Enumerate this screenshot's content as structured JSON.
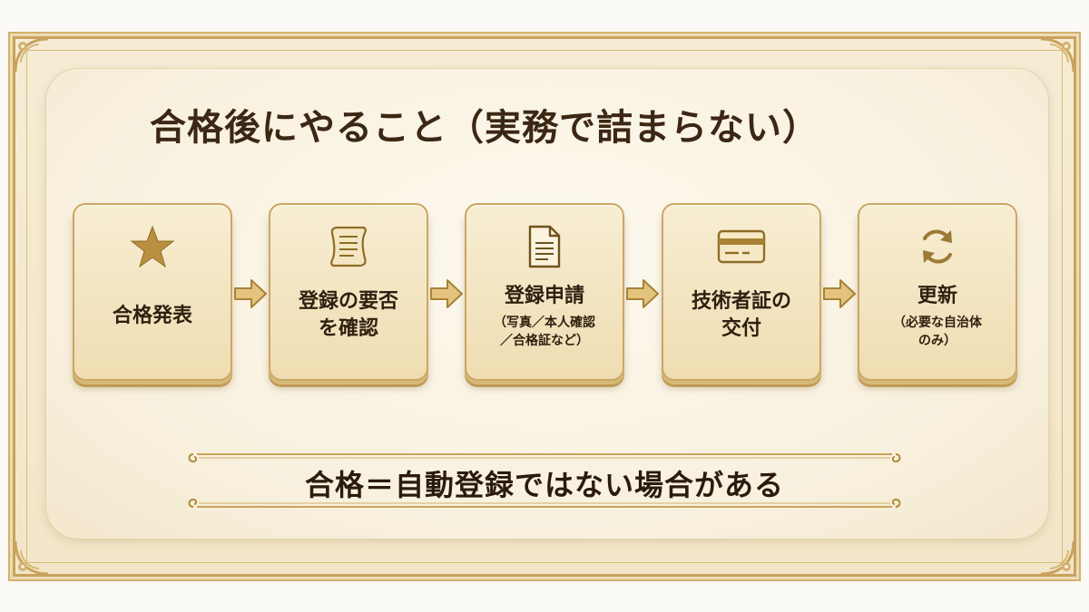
{
  "title": "合格後にやること（実務で詰まらない）",
  "steps": [
    {
      "icon": "star-icon",
      "label_lines": [
        "合格発表"
      ],
      "sub_lines": []
    },
    {
      "icon": "scroll-icon",
      "label_lines": [
        "登録の要否",
        "を確認"
      ],
      "sub_lines": []
    },
    {
      "icon": "document-icon",
      "label_lines": [
        "登録申請"
      ],
      "sub_lines": [
        "（写真／本人確認",
        "／合格証など）"
      ]
    },
    {
      "icon": "card-icon",
      "label_lines": [
        "技術者証の",
        "交付"
      ],
      "sub_lines": []
    },
    {
      "icon": "refresh-icon",
      "label_lines": [
        "更新"
      ],
      "sub_lines": [
        "（必要な自治体",
        "のみ）"
      ]
    }
  ],
  "note": "合格＝自動登録ではない場合がある",
  "colors": {
    "gold": "#c9a25c",
    "gold_dark": "#b08a3e",
    "text_dark": "#2f1f10",
    "card_top": "#f8eed4",
    "card_bottom": "#efdcb1"
  }
}
